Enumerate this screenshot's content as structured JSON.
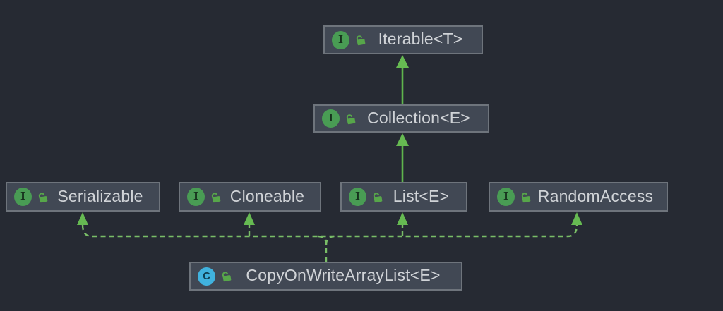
{
  "colors": {
    "canvas_bg": "#262a33",
    "node_fill": "#414854",
    "node_border": "#6e747c",
    "node_text": "#d0d3d7",
    "edge_solid": "#5fb44d",
    "edge_dashed": "#79bd67",
    "arrowhead": "#66ba52",
    "interface_icon": "#499c54",
    "class_icon": "#40b2de",
    "lock_icon": "#57a64a"
  },
  "nodes": [
    {
      "id": "iterable",
      "label": "Iterable<T>",
      "type": "interface",
      "badge": "I"
    },
    {
      "id": "collection",
      "label": "Collection<E>",
      "type": "interface",
      "badge": "I"
    },
    {
      "id": "serializable",
      "label": "Serializable",
      "type": "interface",
      "badge": "I"
    },
    {
      "id": "cloneable",
      "label": "Cloneable",
      "type": "interface",
      "badge": "I"
    },
    {
      "id": "list",
      "label": "List<E>",
      "type": "interface",
      "badge": "I"
    },
    {
      "id": "random_access",
      "label": "RandomAccess",
      "type": "interface",
      "badge": "I"
    },
    {
      "id": "cowal",
      "label": "CopyOnWriteArrayList<E>",
      "type": "class",
      "badge": "C"
    }
  ],
  "edges": [
    {
      "from": "Collection<E>",
      "to": "Iterable<T>",
      "style": "solid"
    },
    {
      "from": "List<E>",
      "to": "Collection<E>",
      "style": "solid"
    },
    {
      "from": "CopyOnWriteArrayList<E>",
      "to": "Serializable",
      "style": "dashed"
    },
    {
      "from": "CopyOnWriteArrayList<E>",
      "to": "Cloneable",
      "style": "dashed"
    },
    {
      "from": "CopyOnWriteArrayList<E>",
      "to": "List<E>",
      "style": "dashed"
    },
    {
      "from": "CopyOnWriteArrayList<E>",
      "to": "RandomAccess",
      "style": "dashed"
    }
  ]
}
